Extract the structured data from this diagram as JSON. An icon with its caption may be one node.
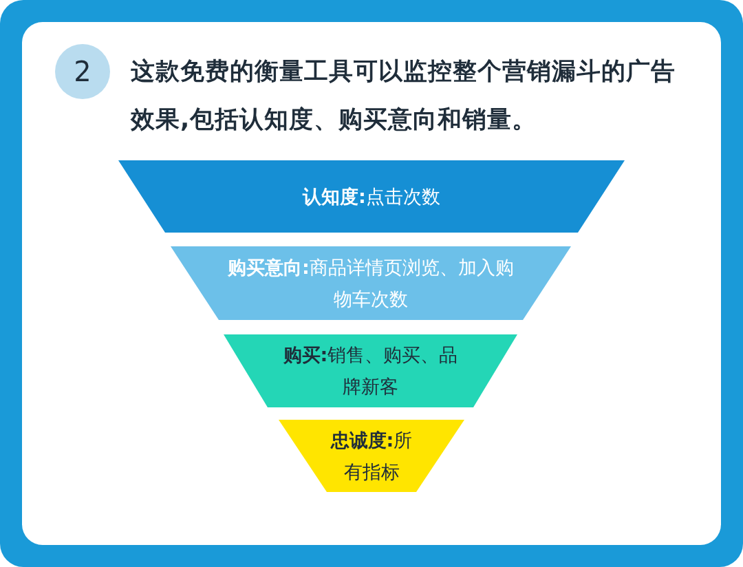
{
  "diagram": {
    "title": "这款免费的衡量工具可以监控整个营销漏斗的广告效果,包括认知度、购买意向和销量。",
    "nodes": [
      {
        "text": [
          "2"
        ]
      },
      {
        "text": [
          "**认知度:**点击次数"
        ]
      },
      {
        "text": [
          "**购买意向:**商品详情页浏览、加入购物车次数"
        ]
      },
      {
        "text": [
          "**购买:**销售、购买、品牌新客"
        ]
      },
      {
        "text": [
          "**忠诚度:**所有指标"
        ]
      }
    ]
  }
}
